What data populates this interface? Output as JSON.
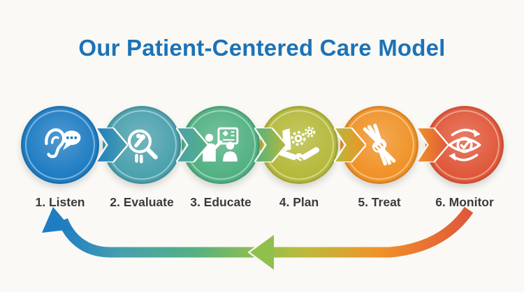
{
  "title": {
    "text": "Our Patient-Centered Care Model",
    "color": "#1b73b8"
  },
  "background_color": "#faf9f5",
  "label_color": "#3a3a3a",
  "steps": [
    {
      "label": "1. Listen",
      "name": "listen",
      "color": "#1f7dc2",
      "icon": "ear-speech-bubble-icon"
    },
    {
      "label": "2. Evaluate",
      "name": "evaluate",
      "color": "#4ba1ad",
      "icon": "magnifier-joint-icon"
    },
    {
      "label": "3. Educate",
      "name": "educate",
      "color": "#52b183",
      "icon": "doctor-patient-education-icon"
    },
    {
      "label": "4. Plan",
      "name": "plan",
      "color": "#b5b93b",
      "icon": "handshake-gears-icon"
    },
    {
      "label": "5. Treat",
      "name": "treat",
      "color": "#f09227",
      "icon": "hand-treatment-icon"
    },
    {
      "label": "6. Monitor",
      "name": "monitor",
      "color": "#e0583a",
      "icon": "eye-check-cycle-icon"
    }
  ],
  "flow": {
    "connector_shape": "chevron-right",
    "feedback_arrow": {
      "from": "6. Monitor",
      "to": "1. Listen",
      "direction": "right-to-left",
      "gradient": [
        "#e0583a",
        "#f09227",
        "#bcba3e",
        "#8fbf4d",
        "#55b183",
        "#47a0ad",
        "#1f7dc2"
      ],
      "mid_arrowhead_color": "#8fbf4d",
      "end_arrowhead_color": "#1f7dc2"
    }
  }
}
